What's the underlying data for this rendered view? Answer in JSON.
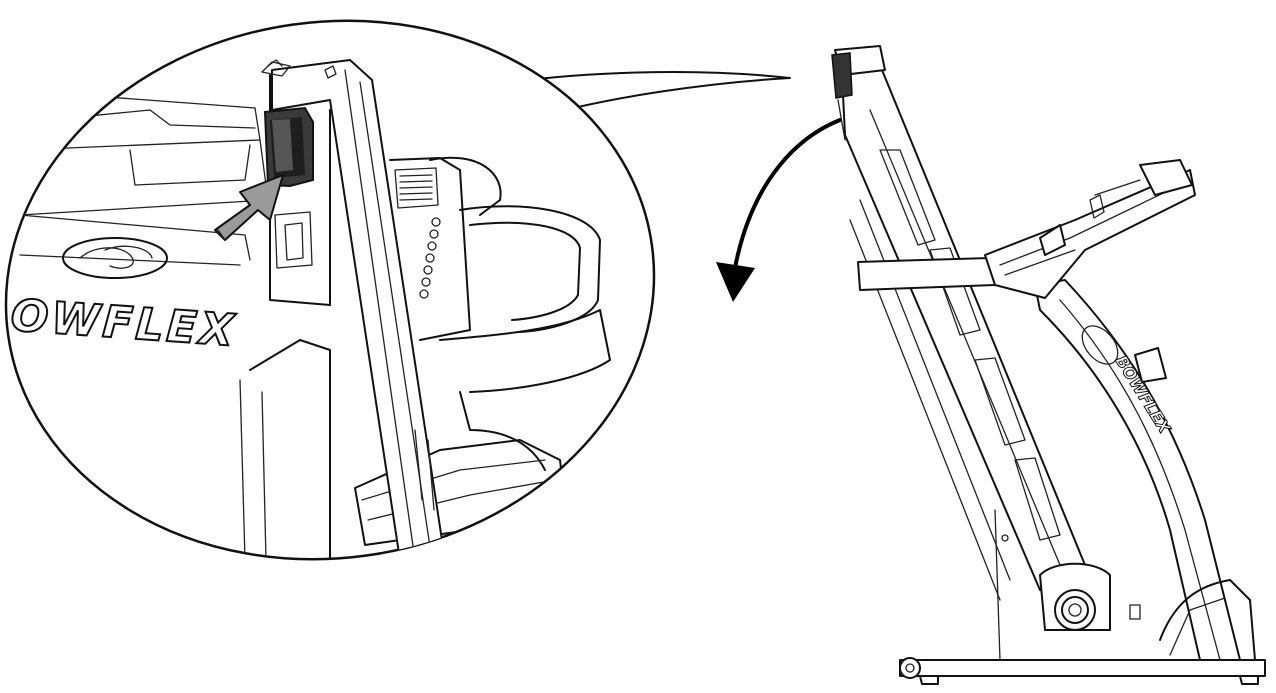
{
  "diagram": {
    "brand_logo_text": "OWFLEX",
    "frame_brand_text": "BOWFLEX",
    "colors": {
      "line": "#111111",
      "background": "#ffffff",
      "button_fill": "#3a3a3a",
      "button_face": "#1e1e1e",
      "arrow_fill": "#9a9a9a"
    },
    "icons": {
      "callout": "zoom-callout-bubble",
      "push_arrow": "push-arrow-icon",
      "fold_arrow": "curved-fold-arrow-icon"
    }
  }
}
